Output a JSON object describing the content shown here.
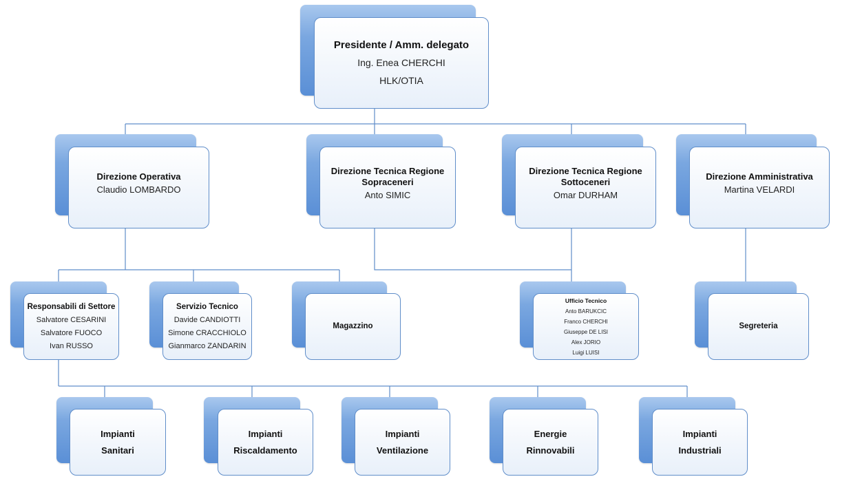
{
  "president": {
    "title": "Presidente / Amm. delegato",
    "lines": [
      "Ing. Enea CHERCHI",
      "HLK/OTIA"
    ]
  },
  "directions": [
    {
      "title": "Direzione Operativa",
      "lines": [
        "Claudio LOMBARDO"
      ]
    },
    {
      "title": "Direzione Tecnica Regione Sopraceneri",
      "lines": [
        "Anto SIMIC"
      ]
    },
    {
      "title": "Direzione Tecnica Regione Sottoceneri",
      "lines": [
        "Omar DURHAM"
      ]
    },
    {
      "title": "Direzione Amministrativa",
      "lines": [
        "Martina VELARDI"
      ]
    }
  ],
  "units": [
    {
      "title": "Responsabili di Settore",
      "lines": [
        "Salvatore CESARINI",
        "Salvatore FUOCO",
        "Ivan RUSSO"
      ]
    },
    {
      "title": "Servizio Tecnico",
      "lines": [
        "Davide CANDIOTTI",
        "Simone CRACCHIOLO",
        "Gianmarco ZANDARIN"
      ]
    },
    {
      "title": "Magazzino",
      "lines": []
    },
    {
      "title": "Ufficio Tecnico",
      "lines": [
        "Anto BARUKCIC",
        "Franco CHERCHI",
        "Giuseppe DE LISI",
        "Alex JORIO",
        "Luigi LUISI"
      ]
    },
    {
      "title": "Segreteria",
      "lines": []
    }
  ],
  "sectors": [
    {
      "title_lines": [
        "Impianti",
        "Sanitari"
      ]
    },
    {
      "title_lines": [
        "Impianti",
        "Riscaldamento"
      ]
    },
    {
      "title_lines": [
        "Impianti",
        "Ventilazione"
      ]
    },
    {
      "title_lines": [
        "Energie",
        "Rinnovabili"
      ]
    },
    {
      "title_lines": [
        "Impianti",
        "Industriali"
      ]
    }
  ]
}
